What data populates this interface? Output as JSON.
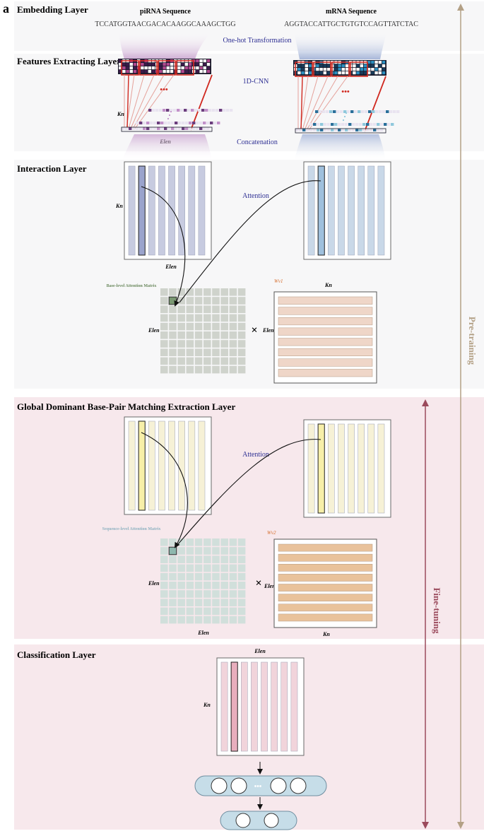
{
  "panel_label": "a",
  "layers": {
    "embedding": "Embedding Layer",
    "features": "Features Extracting Layer",
    "interaction": "Interaction Layer",
    "global": "Global Dominant Base-Pair Matching Extraction Layer",
    "classification": "Classification Layer"
  },
  "sequences": {
    "pirna_title": "piRNA Sequence",
    "pirna_seq": "TCCATGGTAACGACACAAGGCAAAGCTGG",
    "mrna_title": "mRNA Sequence",
    "mrna_seq": "AGGTACCATTGCTGTGTCCAGTTATCTAC"
  },
  "labels": {
    "one_hot": "One-hot Transformation",
    "cnn": "1D-CNN",
    "concatenation": "Concatenation",
    "attention1": "Attention",
    "attention2": "Attention",
    "base_matrix": "Base-level Attention Matrix",
    "seq_matrix": "Sequence-level Attention Matrix",
    "wv1": "Wv1",
    "wv2": "Wv2",
    "kn": "Kn",
    "elen": "Elen",
    "times": "×",
    "dots": "•••",
    "pretraining": "Pre-training",
    "finetuning": "Fine-tuning"
  },
  "colors": {
    "gray_band": "#f7f7f8",
    "pink_band": "#f7e8ec",
    "pirna_purple": "#c9a3cf",
    "mrna_blue": "#9fb0d6",
    "interaction_col_pirna": "#c7cbe0",
    "interaction_col_mrna": "#c9d8e8",
    "global_col": "#f6f1d6",
    "base_cell": "#cfd3cc",
    "seq_cell": "#d1dfdb",
    "wv1_bar": "#efd6c8",
    "wv2_bar": "#e9c29b",
    "class_col": "#f1d4db",
    "node_pill": "#c6dde8",
    "pretrain_arrow": "#b3a085",
    "finetune_arrow": "#9b4a5c",
    "attention_text": "#2e2f93",
    "base_matrix_text": "#6c8a5f",
    "seq_matrix_text": "#8fb2c1",
    "w_text": "#d46a28"
  }
}
